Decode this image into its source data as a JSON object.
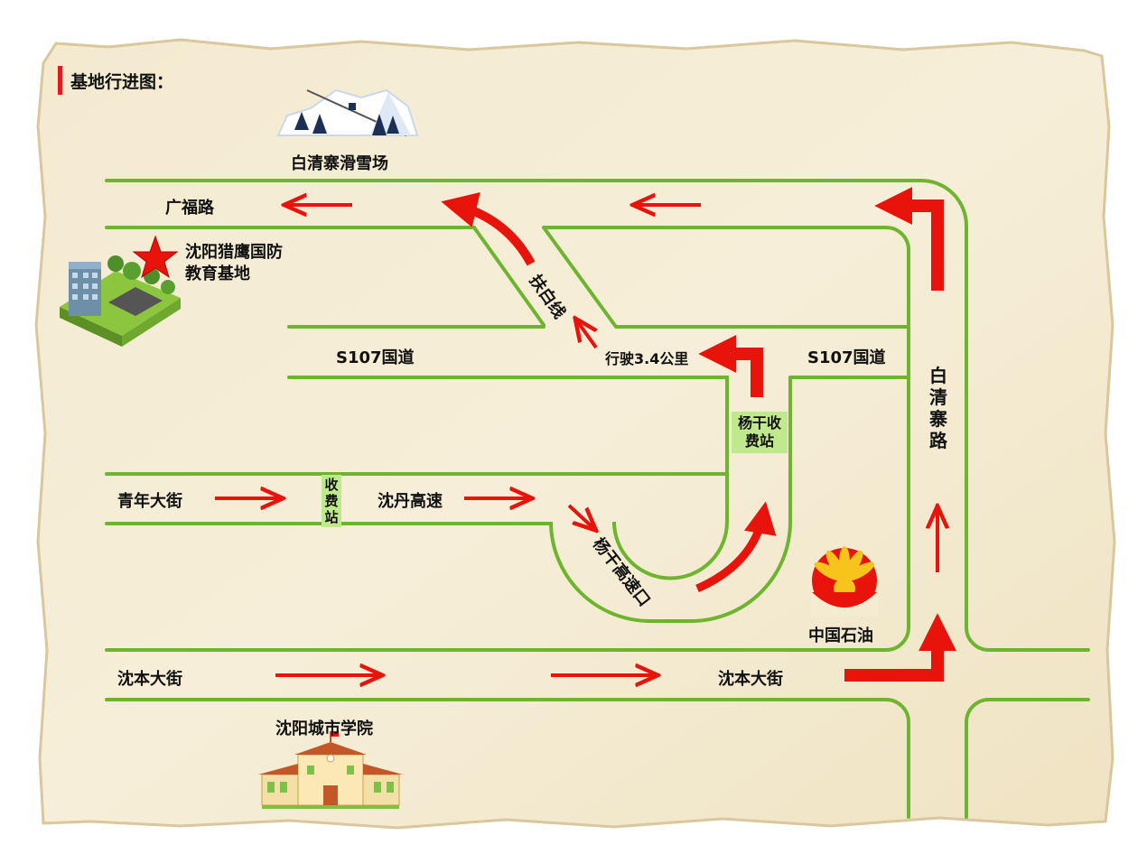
{
  "map": {
    "title": "基地行进图：",
    "colors": {
      "parchment": "#f4ecd0",
      "road": "#6db52f",
      "arrow": "#e8140c",
      "toll": "#bfe98c",
      "title_accent": "#e31b1b"
    },
    "landmarks": {
      "ski_resort": "白清寨滑雪场",
      "base": "沈阳猎鹰国防教育基地",
      "school": "沈阳城市学院",
      "petrochina": "中国石油"
    },
    "roads": {
      "guangfu": "广福路",
      "s107_left": "S107国道",
      "s107_right": "S107国道",
      "qingnian": "青年大街",
      "shendan": "沈丹高速",
      "shenben_left": "沈本大街",
      "shenben_right": "沈本大街",
      "baiqingzhai": "白清寨路",
      "fubai": "扶白线",
      "yanggan_exit": "杨干高速口"
    },
    "tolls": {
      "small": "收费站",
      "yanggan": "杨干收费站"
    },
    "notes": {
      "distance": "行驶3.4公里"
    },
    "icons": [
      "ski-resort-icon",
      "base-building-icon",
      "red-star-icon",
      "petrochina-logo-icon",
      "school-building-icon"
    ]
  }
}
